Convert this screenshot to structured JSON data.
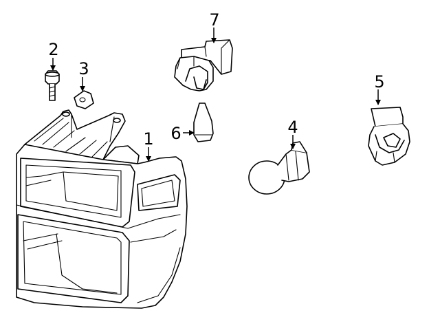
{
  "callouts": [
    {
      "id": "headlamp-assembly",
      "label": "1"
    },
    {
      "id": "bolt",
      "label": "2"
    },
    {
      "id": "nut-clip",
      "label": "3"
    },
    {
      "id": "turn-signal-bulb",
      "label": "4"
    },
    {
      "id": "bulb-socket-right",
      "label": "5"
    },
    {
      "id": "headlamp-bulb",
      "label": "6"
    },
    {
      "id": "bulb-socket-top",
      "label": "7"
    }
  ],
  "colors": {
    "line": "#000000",
    "fill": "#ffffff"
  }
}
